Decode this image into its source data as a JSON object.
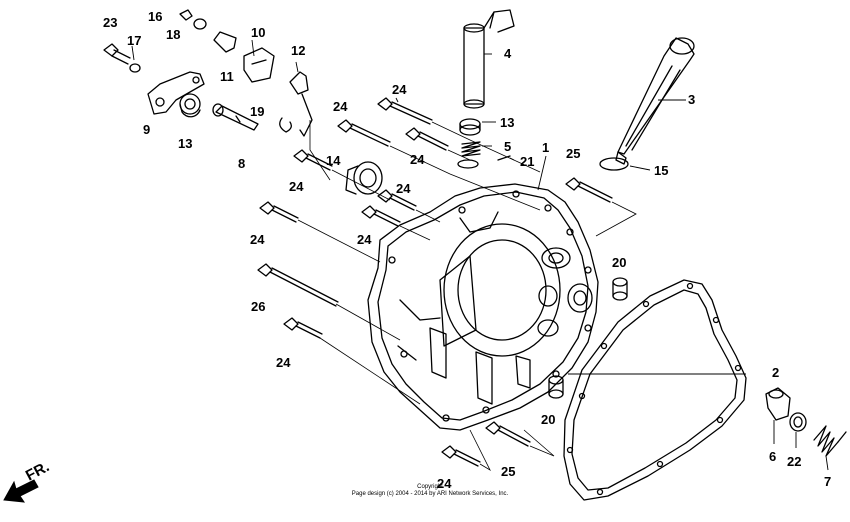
{
  "diagram": {
    "callouts": [
      {
        "id": "c23",
        "label": "23"
      },
      {
        "id": "c17",
        "label": "17"
      },
      {
        "id": "c16",
        "label": "16"
      },
      {
        "id": "c18",
        "label": "18"
      },
      {
        "id": "c10",
        "label": "10"
      },
      {
        "id": "c11",
        "label": "11"
      },
      {
        "id": "c12",
        "label": "12"
      },
      {
        "id": "c9",
        "label": "9"
      },
      {
        "id": "c13a",
        "label": "13"
      },
      {
        "id": "c19",
        "label": "19"
      },
      {
        "id": "c8",
        "label": "8"
      },
      {
        "id": "c4",
        "label": "4"
      },
      {
        "id": "c3",
        "label": "3"
      },
      {
        "id": "c13b",
        "label": "13"
      },
      {
        "id": "c24a",
        "label": "24"
      },
      {
        "id": "c24b",
        "label": "24"
      },
      {
        "id": "c24c",
        "label": "24"
      },
      {
        "id": "c5",
        "label": "5"
      },
      {
        "id": "c21",
        "label": "21"
      },
      {
        "id": "c1",
        "label": "1"
      },
      {
        "id": "c14",
        "label": "14"
      },
      {
        "id": "c24d",
        "label": "24"
      },
      {
        "id": "c24e",
        "label": "24"
      },
      {
        "id": "c24f",
        "label": "24"
      },
      {
        "id": "c24g",
        "label": "24"
      },
      {
        "id": "c25a",
        "label": "25"
      },
      {
        "id": "c15",
        "label": "15"
      },
      {
        "id": "c20a",
        "label": "20"
      },
      {
        "id": "c26",
        "label": "26"
      },
      {
        "id": "c24h",
        "label": "24"
      },
      {
        "id": "c2",
        "label": "2"
      },
      {
        "id": "c20b",
        "label": "20"
      },
      {
        "id": "c25b",
        "label": "25"
      },
      {
        "id": "c24i",
        "label": "24"
      },
      {
        "id": "c6",
        "label": "6"
      },
      {
        "id": "c22",
        "label": "22"
      },
      {
        "id": "c7",
        "label": "7"
      }
    ],
    "direction_label": "FR.",
    "copyright_line1": "Copyright",
    "copyright_line2": "Page design (c) 2004 - 2014 by ARI Network Services, Inc."
  }
}
